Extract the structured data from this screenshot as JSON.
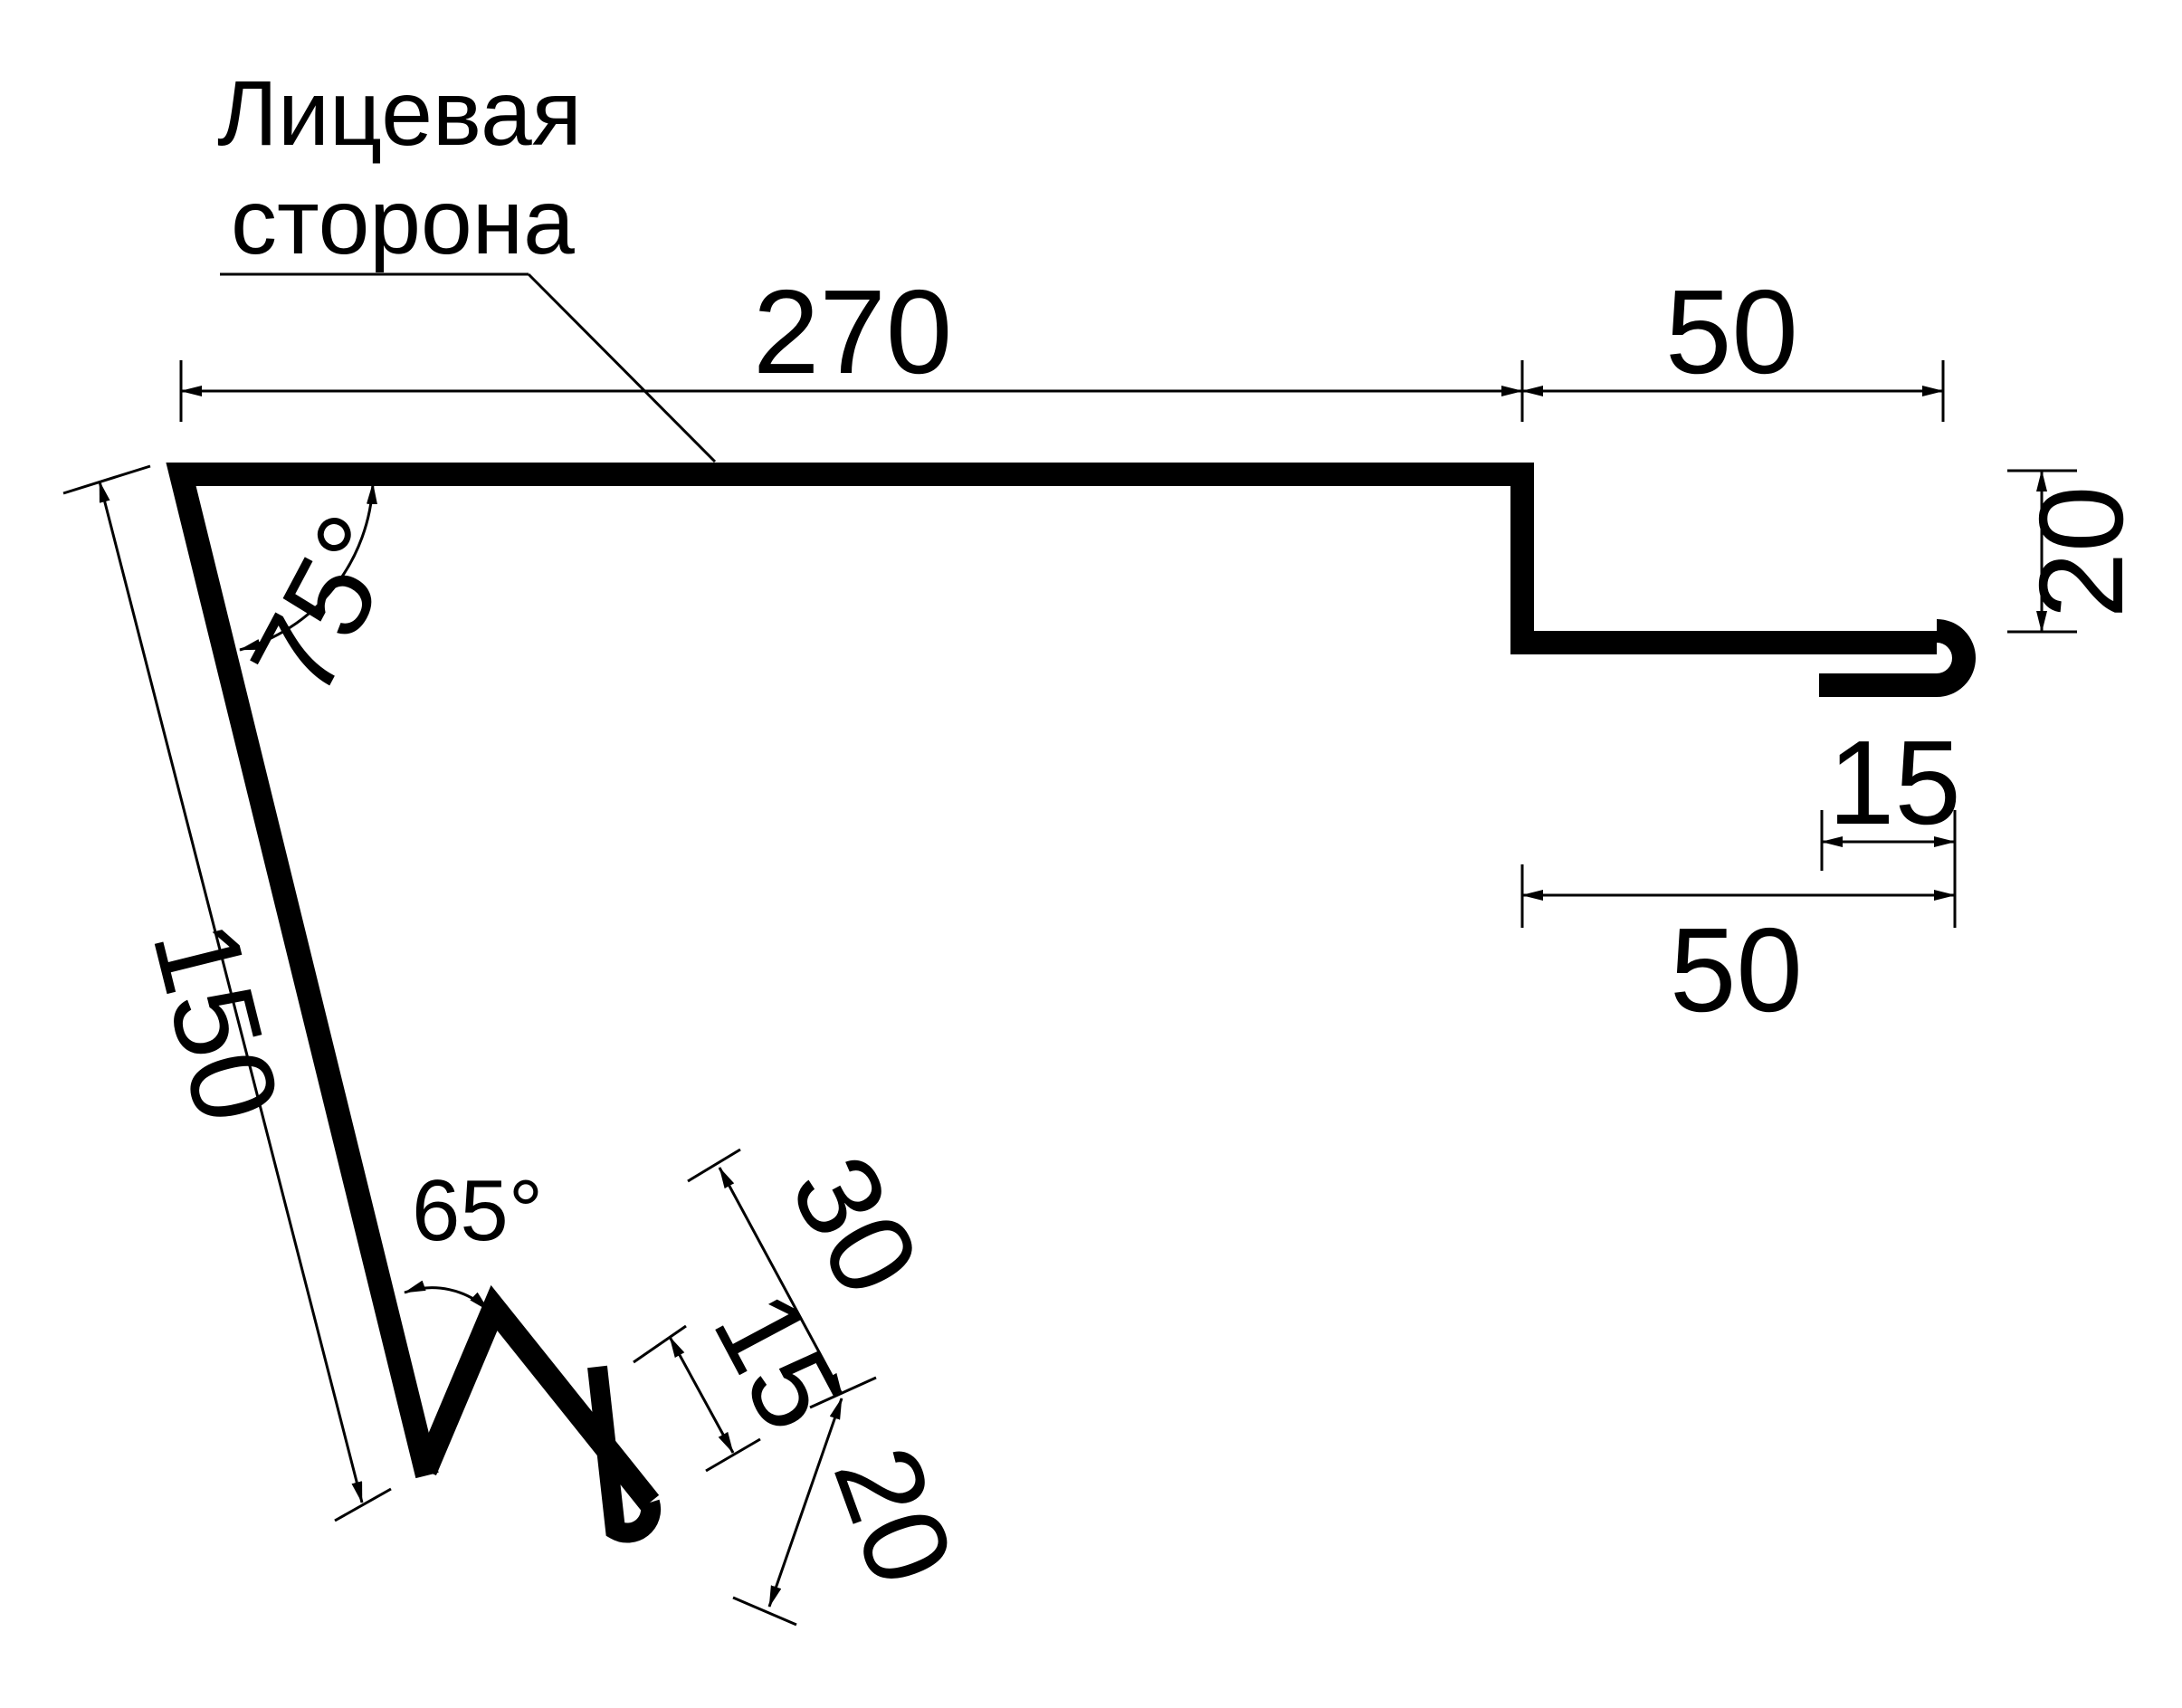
{
  "note": {
    "line1": "Лицевая",
    "line2": "сторона"
  },
  "dimensions": {
    "top_length": "270",
    "top_right": "50",
    "step_height": "20",
    "fold_inner": "15",
    "bottom_right": "50",
    "slope_length": "150",
    "angle_top": "75°",
    "angle_bottom": "65°",
    "zigzag_30": "30",
    "zigzag_15": "15",
    "zigzag_20": "20"
  },
  "colors": {
    "stroke": "#000000",
    "background": "#ffffff"
  }
}
